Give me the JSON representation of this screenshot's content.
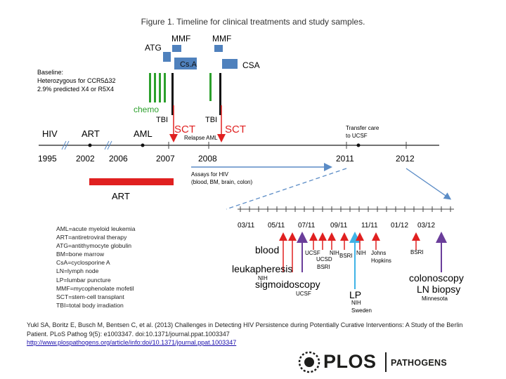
{
  "title": "Figure 1. Timeline for clinical treatments and study samples.",
  "colors": {
    "blue": "#4f81bd",
    "red": "#e02020",
    "green": "#2ca02c",
    "arrow_blue": "#5b8cc6",
    "purple": "#6a3d9a",
    "cyan": "#3fb3e6",
    "axis": "#444444"
  },
  "top": {
    "baseline": [
      "Baseline:",
      "Heterozygous for CCR5Δ32",
      "2.9% predicted X4 or R5X4"
    ],
    "atg": "ATG",
    "mmf1": "MMF",
    "mmf2": "MMF",
    "csa1": "Cs.A",
    "csa2": "CSA",
    "chemo": "chemo",
    "tbi1": "TBI",
    "tbi2": "TBI",
    "sct1": "SCT",
    "sct2": "SCT",
    "relapse": "Relapse AML",
    "hiv": "HIV",
    "art_label": "ART",
    "aml": "AML",
    "transfer": [
      "Transfer care",
      "to UCSF"
    ],
    "years": [
      "1995",
      "2002",
      "2006",
      "2007",
      "2008",
      "2011",
      "2012"
    ],
    "art_bar": "ART",
    "assays": [
      "Assays for HIV",
      "(blood, BM, brain, colon)"
    ]
  },
  "bottom": {
    "dates": [
      "03/11",
      "05/11",
      "07/11",
      "09/11",
      "11/11",
      "01/12",
      "03/12"
    ],
    "blood": "blood",
    "leukapheresis": "leukapheresis",
    "leuk_sub": "NIH",
    "sigmoidoscopy": "sigmoidoscopy",
    "sigmo_sub": "UCSF",
    "ucsf": "UCSF",
    "ucsd": "UCSD",
    "bsri1": "BSRI",
    "nih1": "NIH",
    "bsri2": "BSRI",
    "nih2": "NIH",
    "johns": [
      "Johns",
      "Hopkins"
    ],
    "bsri3": "BSRI",
    "lp": "LP",
    "lp_sub": [
      "NIH",
      "Sweden"
    ],
    "colonoscopy": [
      "colonoscopy",
      "LN biopsy"
    ],
    "colon_sub": "Minnesota"
  },
  "legend": [
    "AML=acute myeloid leukemia",
    "ART=antiretroviral therapy",
    "ATG=antithymocyte globulin",
    "BM=bone marrow",
    "CsA=cyclosporine A",
    "LN=lymph node",
    "LP=lumbar puncture",
    "MMF=mycophenolate mofetil",
    "SCT=stem-cell transplant",
    "TBI=total body irradiation"
  ],
  "citation": {
    "text": "Yukl SA, Boritz E, Busch M, Bentsen C, et al. (2013) Challenges in Detecting HIV Persistence during Potentially Curative Interventions: A Study of the Berlin Patient. PLoS Pathog 9(5): e1003347. doi:10.1371/journal.ppat.1003347",
    "link": "http://www.plospathogens.org/article/info:doi/10.1371/journal.ppat.1003347"
  },
  "logo": {
    "word": "PLOS",
    "journal": "PATHOGENS"
  }
}
